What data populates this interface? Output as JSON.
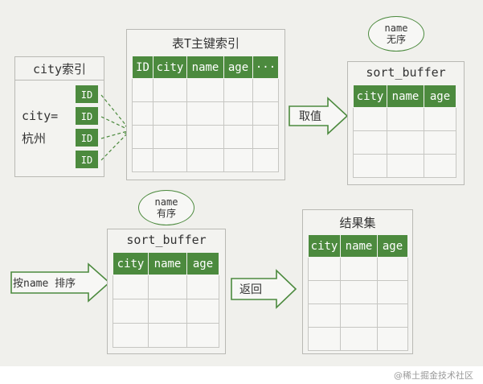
{
  "city_index": {
    "title": "city索引",
    "key_line1": "city=",
    "key_line2": "杭州",
    "ids": [
      "ID",
      "ID",
      "ID",
      "ID"
    ]
  },
  "pk_index": {
    "title": "表T主键索引",
    "columns": [
      "ID",
      "city",
      "name",
      "age",
      "···"
    ]
  },
  "sort_buffer_top": {
    "title": "sort_buffer",
    "columns": [
      "city",
      "name",
      "age"
    ],
    "note_line1": "name",
    "note_line2": "无序"
  },
  "sort_buffer_bottom": {
    "title": "sort_buffer",
    "columns": [
      "city",
      "name",
      "age"
    ],
    "note_line1": "name",
    "note_line2": "有序"
  },
  "result_set": {
    "title": "结果集",
    "columns": [
      "city",
      "name",
      "age"
    ]
  },
  "arrows": {
    "fetch": "取值",
    "sort": "按name 排序",
    "return": "返回"
  },
  "colors": {
    "header_green": "#4c8a3e",
    "border_gray": "#b9b9b4",
    "background": "#f0f0ec"
  },
  "watermark": "@稀土掘金技术社区"
}
